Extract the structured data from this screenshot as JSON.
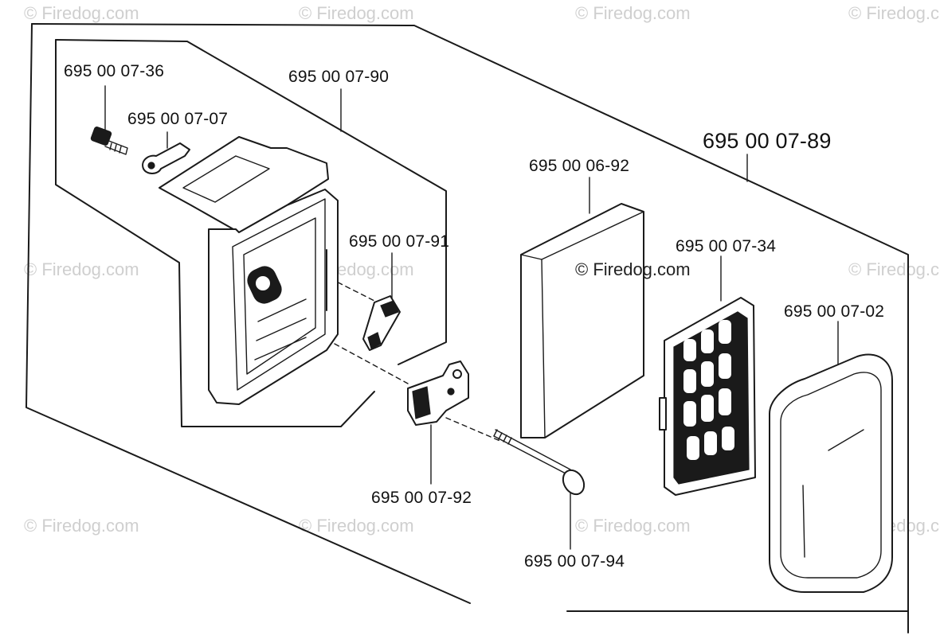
{
  "diagram": {
    "kit_part_number": "695 00 07-89",
    "parts": [
      {
        "id": "bolt",
        "part_number": "695 00 07-36"
      },
      {
        "id": "clip",
        "part_number": "695 00 07-07"
      },
      {
        "id": "housing",
        "part_number": "695 00 07-90"
      },
      {
        "id": "choke-lever",
        "part_number": "695 00 07-91"
      },
      {
        "id": "bracket",
        "part_number": "695 00 07-92"
      },
      {
        "id": "long-bolt",
        "part_number": "695 00 07-94"
      },
      {
        "id": "filter-element",
        "part_number": "695 00 06-92"
      },
      {
        "id": "filter-grid",
        "part_number": "695 00 07-34"
      },
      {
        "id": "filter-cover",
        "part_number": "695 00 07-02"
      }
    ]
  },
  "watermark": {
    "text": "© Firedog.com"
  }
}
